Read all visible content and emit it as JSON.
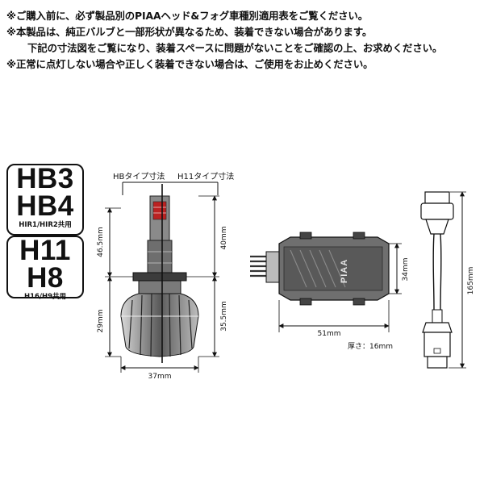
{
  "notes": [
    "※ご購入前に、必ず製品別のPIAAヘッド&フォグ車種別適用表をご覧ください。",
    "※本製品は、純正バルブと一部形状が異なるため、装着できない場合があります。",
    "下記の寸法図をご覧になり、装着スペースに問題がないことをご確認の上、お求めください。",
    "※正常に点灯しない場合や正しく装着できない場合は、ご使用をお止めください。"
  ],
  "badges": {
    "hb": {
      "line1": "HB3",
      "line2": "HB4",
      "sub": "HIR1/HIR2共用"
    },
    "h11": {
      "line1": "H11",
      "line2": "H8",
      "sub": "H16/H9共用"
    }
  },
  "bulb": {
    "label_hb": "HBタイプ寸法",
    "label_h11": "H11タイプ寸法",
    "dim_left_upper": "46.5mm",
    "dim_left_lower": "29mm",
    "dim_right_upper": "40mm",
    "dim_right_lower": "35.5mm",
    "dim_width": "37mm"
  },
  "ballast": {
    "brand": "PIAA",
    "dim_width": "51mm",
    "dim_height": "34mm",
    "thickness": "厚さ：16mm"
  },
  "connector": {
    "dim_length": "165mm"
  }
}
